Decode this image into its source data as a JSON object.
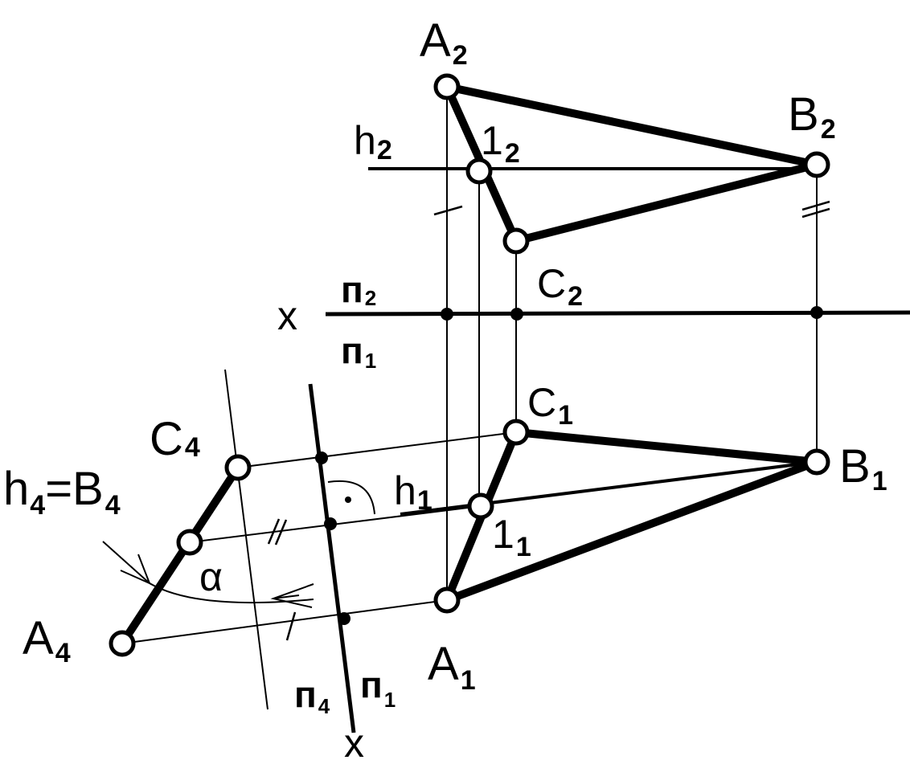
{
  "points": {
    "A2": {
      "letter": "A",
      "index": "2"
    },
    "B2": {
      "letter": "B",
      "index": "2"
    },
    "C2": {
      "letter": "C",
      "index": "2"
    },
    "P12": {
      "letter": "1",
      "index": "2"
    },
    "A1": {
      "letter": "A",
      "index": "1"
    },
    "B1": {
      "letter": "B",
      "index": "1"
    },
    "C1": {
      "letter": "C",
      "index": "1"
    },
    "P11": {
      "letter": "1",
      "index": "1"
    },
    "A4": {
      "letter": "A",
      "index": "4"
    },
    "C4": {
      "letter": "C",
      "index": "4"
    },
    "H4B4": {
      "prefix": "h",
      "prefix_index": "4",
      "eq": "=B",
      "index": "4"
    }
  },
  "lines": {
    "h2": {
      "letter": "h",
      "index": "2"
    },
    "h1": {
      "letter": "h",
      "index": "1"
    }
  },
  "axis_x": {
    "label": "x",
    "upper": {
      "letter": "п",
      "index": "2"
    },
    "lower": {
      "letter": "п",
      "index": "1"
    }
  },
  "axis_x1": {
    "label": "x",
    "left": {
      "letter": "п",
      "index": "4"
    },
    "right": {
      "letter": "п",
      "index": "1"
    }
  },
  "angle": {
    "label": "α"
  }
}
